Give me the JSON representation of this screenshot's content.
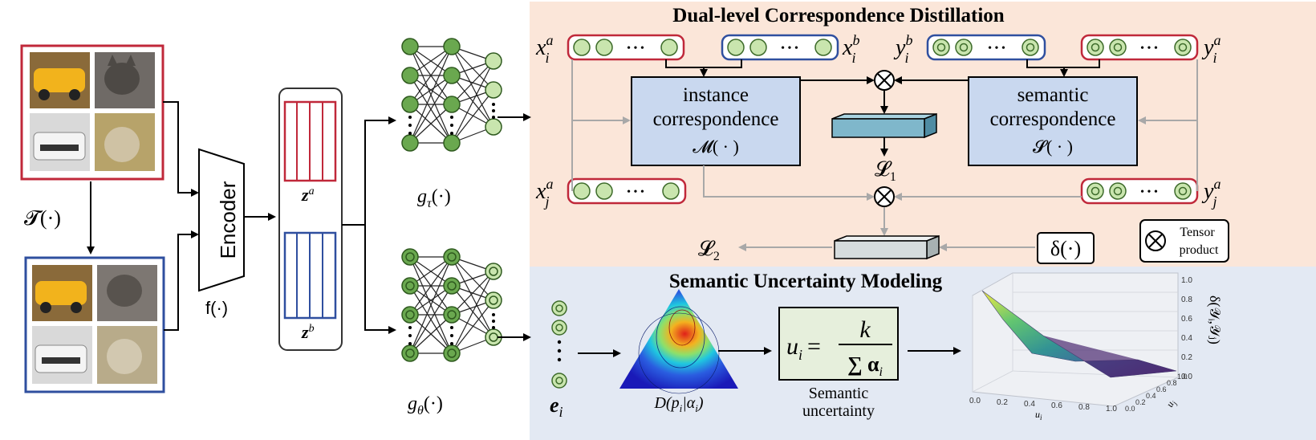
{
  "dual_panel": {
    "title": "Dual-level Correspondence Distillation",
    "x_i_a": "x",
    "x_i_b": "x",
    "x_j_a": "x",
    "y_i_b": "y",
    "y_i_a": "y",
    "y_j_a": "y",
    "instance_box": {
      "line1": "instance",
      "line2": "correspondence",
      "line3": "𝓜( · )"
    },
    "semantic_box": {
      "line1": "semantic",
      "line2": "correspondence",
      "line3": "𝓢( · )"
    },
    "loss1": "𝓛",
    "loss1_sub": "1",
    "loss2": "𝓛",
    "loss2_sub": "2",
    "delta_box": "δ(·)",
    "legend_symbol": "⊗",
    "legend_line1": "Tensor",
    "legend_line2": "product",
    "dots": "• • •"
  },
  "left": {
    "transform_label": "𝓣(·)",
    "encoder_label": "Encoder",
    "encoder_func": "f(·)",
    "za_label": "z",
    "za_sup": "a",
    "zb_label": "z",
    "zb_sup": "b",
    "g_tau": "g",
    "g_tau_sub": "τ",
    "g_tau_arg": "(·)",
    "g_theta": "g",
    "g_theta_sub": "θ",
    "g_theta_arg": "(·)"
  },
  "uncertainty_panel": {
    "title": "Semantic Uncertainty Modeling",
    "e_label": "e",
    "e_sub": "i",
    "dirichlet_label": "D(p",
    "dirichlet_i": "i",
    "dirichlet_mid": "|α",
    "dirichlet_end": ")",
    "formula_left": "u",
    "formula_sub": "i",
    "formula_eq": "=",
    "formula_num": "k",
    "formula_den": "∑ α",
    "formula_den_sub": "i",
    "uncertainty_line1": "Semantic",
    "uncertainty_line2": "uncertainty",
    "plot_zlabel": "δ(𝒴ᵢ,𝒴ⱼ)",
    "plot_xlabel": "u",
    "plot_xlabel_sub": "i",
    "plot_ylabel": "u",
    "plot_ylabel_sub": "j",
    "z_ticks": [
      "0.0",
      "0.2",
      "0.4",
      "0.6",
      "0.8",
      "1.0"
    ],
    "x_ticks": [
      "0.0",
      "0.2",
      "0.4",
      "0.6",
      "0.8",
      "1.0"
    ],
    "y_ticks": [
      "0.0",
      "0.2",
      "0.4",
      "0.6",
      "0.8",
      "1.0"
    ]
  },
  "colors": {
    "red": "#c0283a",
    "blue": "#2f4f9f",
    "top_bg": "#fbe6d9",
    "bottom_bg": "#e3e9f3",
    "box_fill": "#c9d8ef",
    "green": "#6aa84f",
    "light_green": "#c9e5ae",
    "formula_bg": "#e6efdc",
    "gray_arrow": "#a8a8a8"
  }
}
